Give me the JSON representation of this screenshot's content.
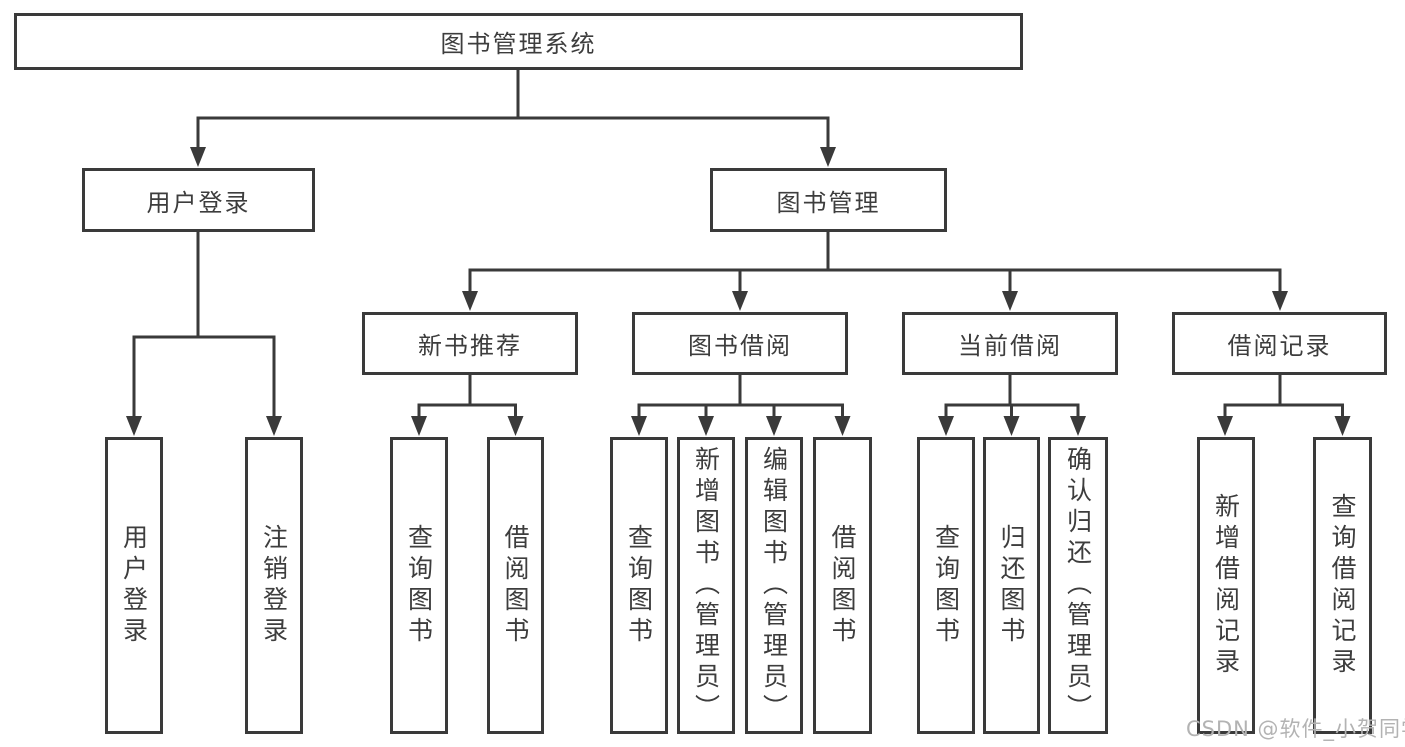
{
  "diagram": {
    "title": "图书管理系统",
    "root": {
      "label": "图书管理系统"
    },
    "level2": [
      {
        "id": "user-login",
        "label": "用户登录"
      },
      {
        "id": "book-management",
        "label": "图书管理"
      }
    ],
    "level3": [
      {
        "id": "new-book-recommend",
        "label": "新书推荐"
      },
      {
        "id": "book-borrow",
        "label": "图书借阅"
      },
      {
        "id": "current-borrow",
        "label": "当前借阅"
      },
      {
        "id": "borrow-records",
        "label": "借阅记录"
      }
    ],
    "leaves": [
      {
        "parent": "用户登录",
        "label": "用户登录"
      },
      {
        "parent": "用户登录",
        "label": "注销登录"
      },
      {
        "parent": "新书推荐",
        "label": "查询图书"
      },
      {
        "parent": "新书推荐",
        "label": "借阅图书"
      },
      {
        "parent": "图书借阅",
        "label": "查询图书"
      },
      {
        "parent": "图书借阅",
        "label": "新增图书（管理员）"
      },
      {
        "parent": "图书借阅",
        "label": "编辑图书（管理员）"
      },
      {
        "parent": "图书借阅",
        "label": "借阅图书"
      },
      {
        "parent": "当前借阅",
        "label": "查询图书"
      },
      {
        "parent": "当前借阅",
        "label": "归还图书"
      },
      {
        "parent": "当前借阅",
        "label": "确认归还（管理员）"
      },
      {
        "parent": "借阅记录",
        "label": "新增借阅记录"
      },
      {
        "parent": "借阅记录",
        "label": "查询借阅记录"
      }
    ]
  },
  "watermark": {
    "text": "CSDN @软件_小贺同学"
  },
  "colors": {
    "border": "#3a3a3a",
    "text": "#3d3d3d",
    "line": "#3a3a3a",
    "watermark": "#b3b3b3",
    "background": "#ffffff"
  }
}
